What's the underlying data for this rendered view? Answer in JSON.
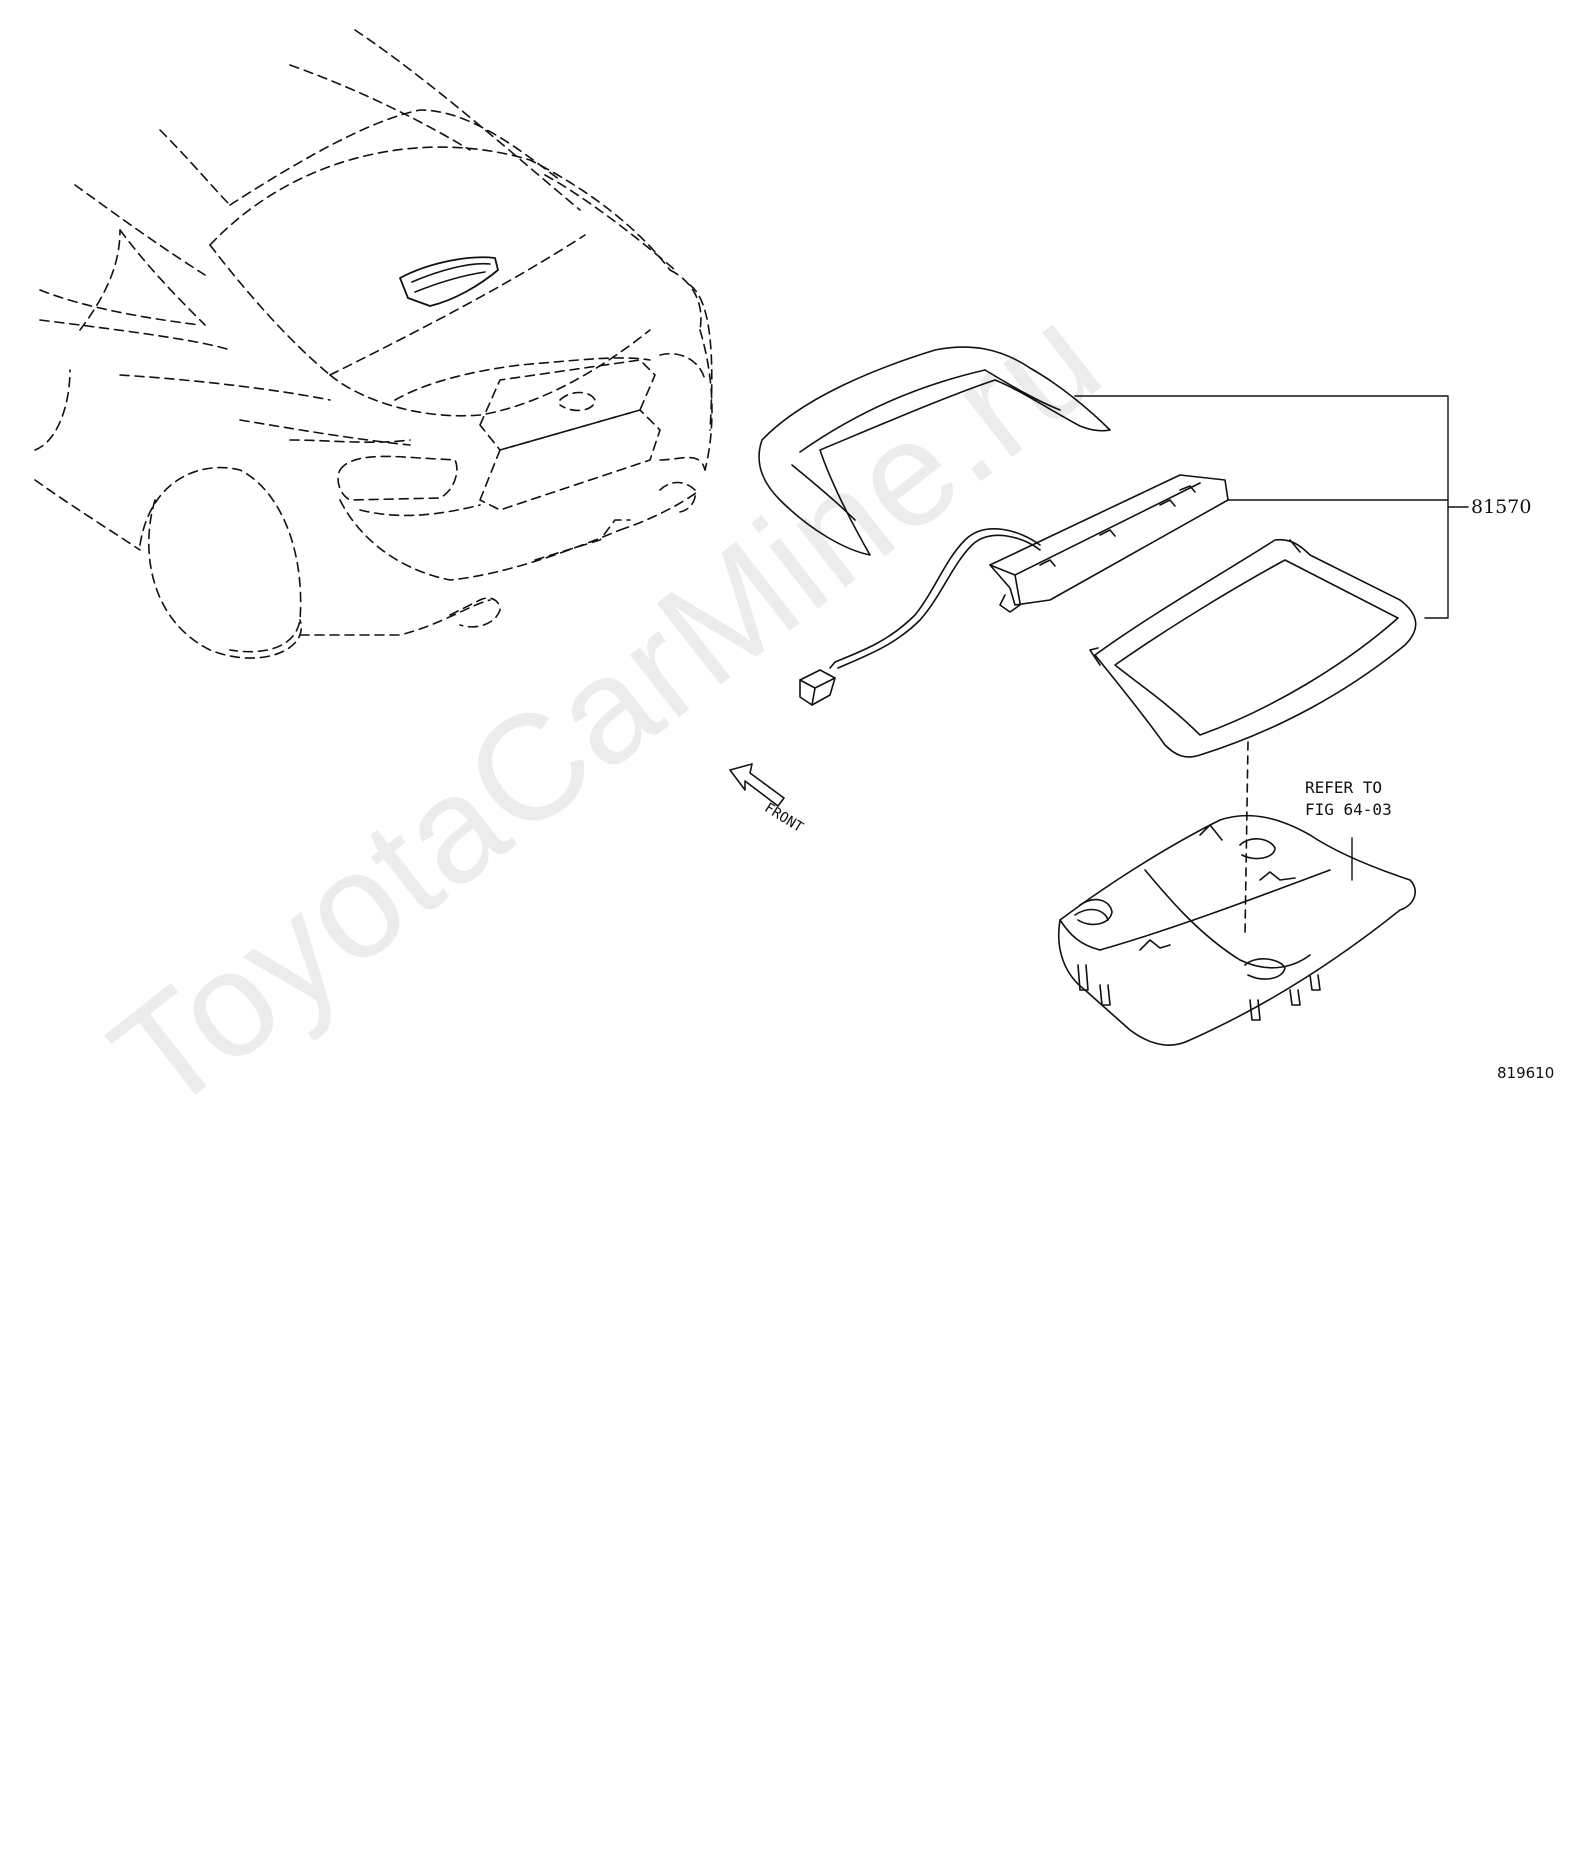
{
  "watermark": "ToyotaCarMine.ru",
  "labels": {
    "part_number": "81570",
    "refer_line1": "REFER TO",
    "refer_line2": "FIG 64-03",
    "front": "FRONT",
    "figure_id": "819610"
  }
}
